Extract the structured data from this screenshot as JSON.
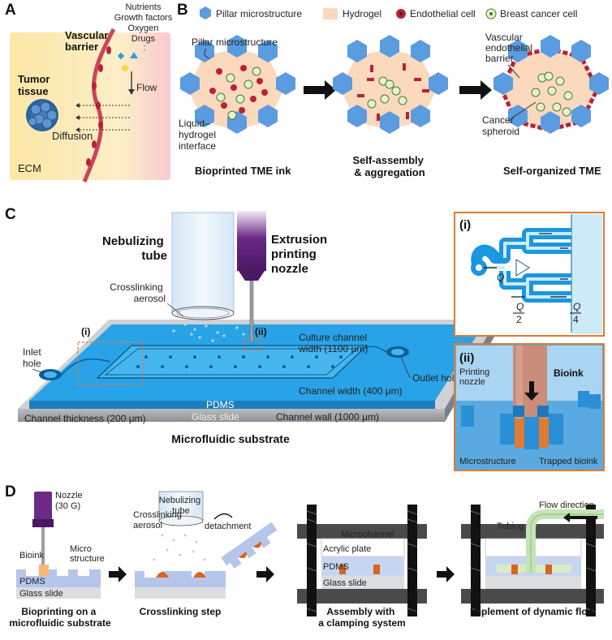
{
  "panel_a": {
    "letter": "A",
    "vascular_barrier": [
      "Vascular",
      "barrier"
    ],
    "supply": [
      "Nutrients",
      "Growth factors",
      "Oxygen",
      "Drugs",
      ":"
    ],
    "flow": "Flow",
    "tumor_tissue": [
      "Tumor",
      "tissue"
    ],
    "diffusion": "Diffusion",
    "ecm": "ECM"
  },
  "panel_b": {
    "letter": "B",
    "legend": [
      "Pillar microstructure",
      "Hydrogel",
      "Endothelial cell",
      "Breast cancer cell"
    ],
    "pillar_microstructure": "Pillar microstructure",
    "interface": [
      "Liquid–",
      "hydrogel",
      "interface"
    ],
    "vascular_barrier": [
      "Vascular",
      "endothelial",
      "barrier"
    ],
    "cancer_spheroid": [
      "Cancer",
      "spheroid"
    ],
    "steps": [
      "Bioprinted TME ink",
      "Self-assembly",
      "& aggregation",
      "Self-organized TME"
    ]
  },
  "panel_c": {
    "letter": "C",
    "nebulizing_tube": [
      "Nebulizing",
      "tube"
    ],
    "extrusion_nozzle": [
      "Extrusion",
      "printing",
      "nozzle"
    ],
    "crosslinking_aerosol": [
      "Crosslinking",
      "aerosol"
    ],
    "marker_i": "(i)",
    "marker_ii": "(ii)",
    "culture_channel": [
      "Culture channel",
      "width (1100 μm)"
    ],
    "inlet_hole": [
      "Inlet",
      "hole"
    ],
    "outlet_hole": "Outlet hole",
    "channel_width": "Channel width (400 μm)",
    "channel_thickness": "Channel thickness (200 μm)",
    "pdms": "PDMS",
    "glass_slide": "Glass slide",
    "channel_wall": "Channel wall (1000 μm)",
    "caption": "Microfluidic substrate",
    "inset_i": {
      "label": "(i)",
      "q": "Q",
      "q2": [
        "Q",
        "2"
      ],
      "q4": [
        "Q",
        "4"
      ]
    },
    "inset_ii": {
      "label": "(ii)",
      "printing_nozzle": [
        "Printing",
        "nozzle"
      ],
      "bioink": "Bioink",
      "microstructure": "Microstructure",
      "trapped_bioink": "Trapped bioink"
    }
  },
  "panel_d": {
    "letter": "D",
    "nozzle": [
      "Nozzle",
      "(30 G)"
    ],
    "bioink": "Bioink",
    "micro_structure": [
      "Micro",
      "structure"
    ],
    "pdms": "PDMS",
    "glass_slide": "Glass slide",
    "nebulizing_tube": [
      "Nebulizing",
      "tube"
    ],
    "crosslinking_aerosol": [
      "Crosslinking",
      "aerosol"
    ],
    "detachment": "detachment",
    "microchannel": "Microchannel",
    "acrylic_plate": "Acrylic plate",
    "pdms2": "PDMS",
    "glass_slide2": "Glass slide",
    "flow_direction": "Flow direction",
    "tubing": "Tubing",
    "captions": [
      [
        "Bioprinting on a",
        "microfluidic substrate"
      ],
      [
        "Crosslinking step"
      ],
      [
        "Assembly with",
        "a clamping system"
      ],
      [
        "Implement of dynamic flow"
      ]
    ]
  }
}
